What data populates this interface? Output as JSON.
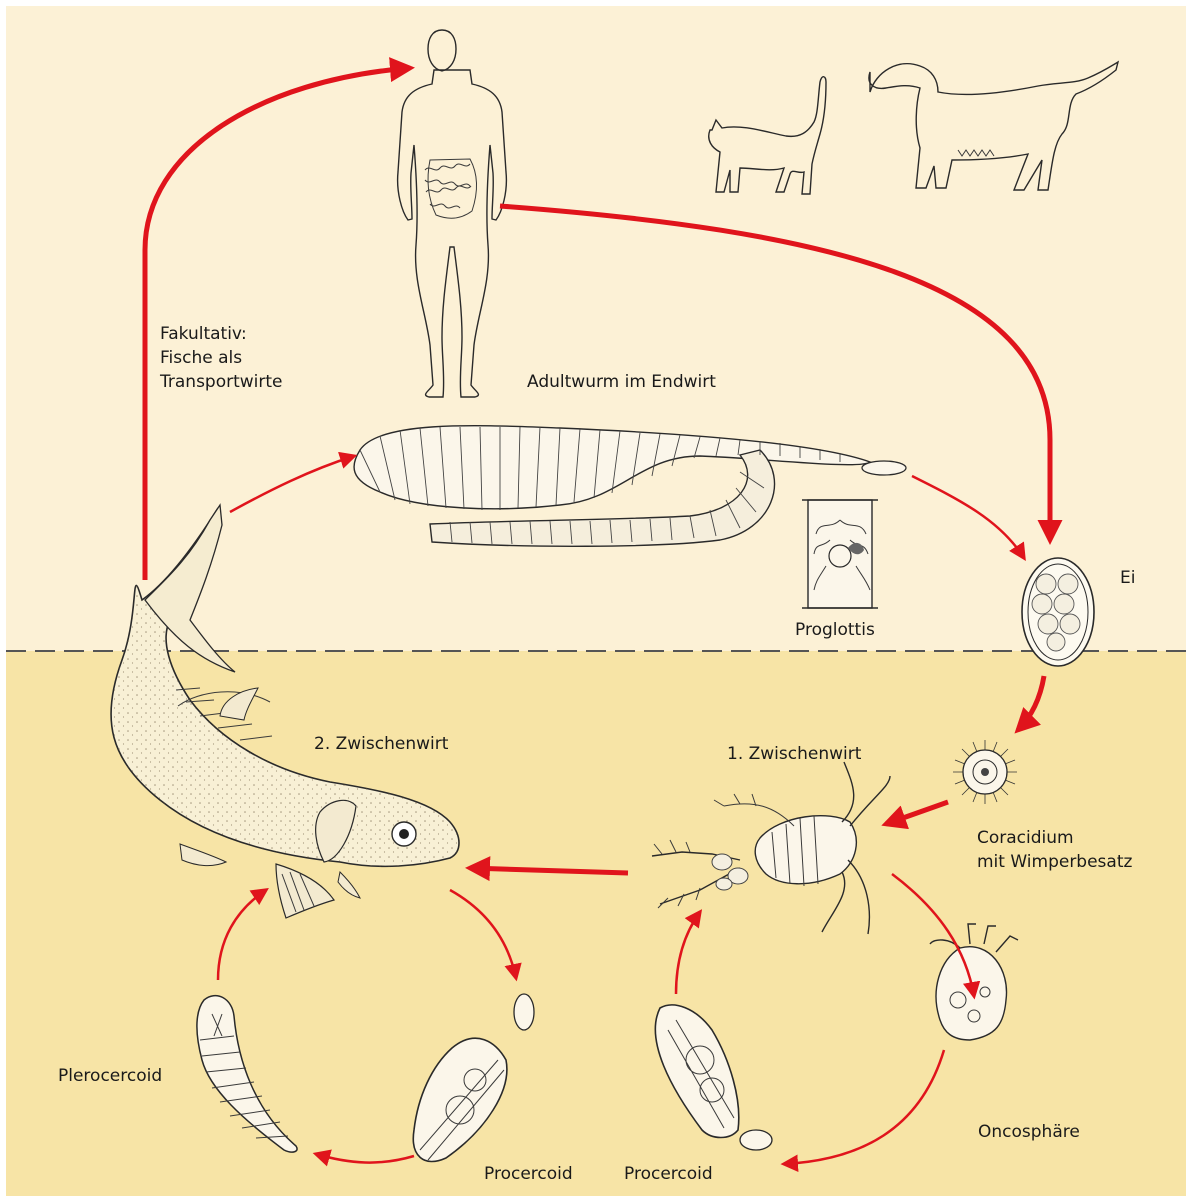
{
  "colors": {
    "land_background": "#fcf1d6",
    "water_background": "#f7e4a6",
    "arrow": "#e0141c",
    "divider": "#555555",
    "drawing": "#2a2a2a"
  },
  "labels": {
    "facultative_line1": "Fakultativ:",
    "facultative_line2": "Fische als",
    "facultative_line3": "Transportwirte",
    "adult_worm": "Adultwurm im Endwirt",
    "proglottid": "Proglottis",
    "egg": "Ei",
    "second_host": "2. Zwischenwirt",
    "first_host": "1. Zwischenwirt",
    "coracidium_line1": "Coracidium",
    "coracidium_line2": "mit Wimperbesatz",
    "plerocercoid": "Plerocercoid",
    "procercoid_left": "Procercoid",
    "procercoid_right": "Procercoid",
    "oncosphere": "Oncosphäre"
  },
  "icons": [
    "human-host-icon",
    "cat-host-icon",
    "dog-host-icon",
    "adult-tapeworm-icon",
    "proglottid-icon",
    "egg-icon",
    "coracidium-icon",
    "copepod-icon",
    "fish-icon",
    "oncosphere-icon",
    "procercoid-icon",
    "plerocercoid-icon"
  ]
}
